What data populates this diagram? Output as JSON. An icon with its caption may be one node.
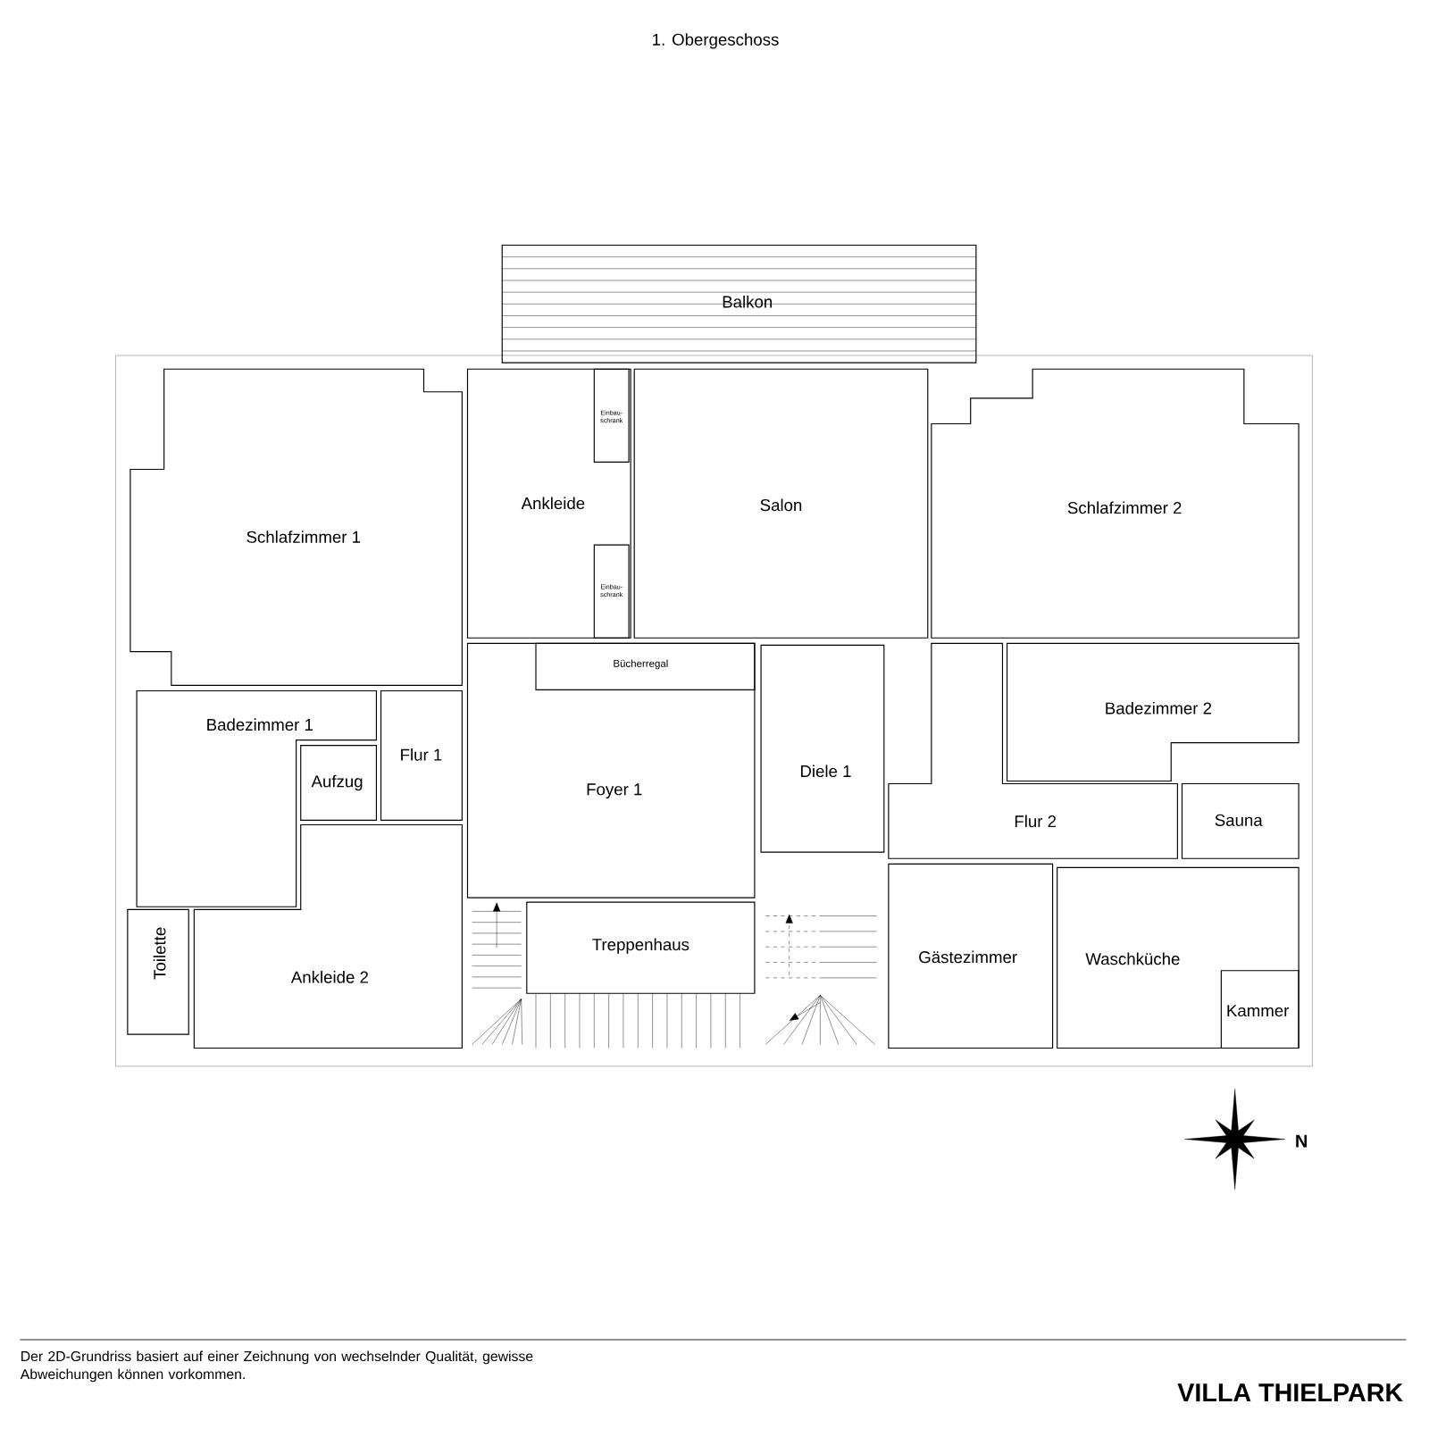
{
  "diagram": {
    "title": "1. Obergeschoss",
    "nodes": [
      {
        "text": [
          "Balkon"
        ]
      },
      {
        "text": [
          "Schlafzimmer 1"
        ]
      },
      {
        "text": [
          "Ankleide"
        ]
      },
      {
        "text": [
          "Einbau- schrank"
        ],
        "in": 2
      },
      {
        "text": [
          "Einbau- schrank"
        ],
        "in": 2
      },
      {
        "text": [
          "Salon"
        ]
      },
      {
        "text": [
          "Schlafzimmer 2"
        ]
      },
      {
        "text": [
          "Foyer 1"
        ]
      },
      {
        "text": [
          "Bücherregal"
        ],
        "in": 7
      },
      {
        "text": [
          "Diele 1"
        ]
      },
      {
        "text": [
          "Badezimmer 1"
        ]
      },
      {
        "text": [
          "Badezimmer 2"
        ]
      },
      {
        "text": [
          "Flur 1"
        ]
      },
      {
        "text": [
          "Aufzug"
        ]
      },
      {
        "text": [
          "Flur 2"
        ]
      },
      {
        "text": [
          "Sauna"
        ]
      },
      {
        "text": [
          "Toilette"
        ]
      },
      {
        "text": [
          "Ankleide 2"
        ]
      },
      {
        "text": [
          "Treppenhaus"
        ]
      },
      {
        "text": [
          "Gästezimmer"
        ]
      },
      {
        "text": [
          "Waschküche"
        ]
      },
      {
        "text": [
          "Kammer"
        ],
        "in": 20
      }
    ],
    "edges": [],
    "labels": [
      "N",
      "Der 2D-Grundriss basiert auf einer Zeichnung von wechselnder Qualität, gewisse Abweichungen können vorkommen.",
      "VILLA THIELPARK"
    ]
  }
}
